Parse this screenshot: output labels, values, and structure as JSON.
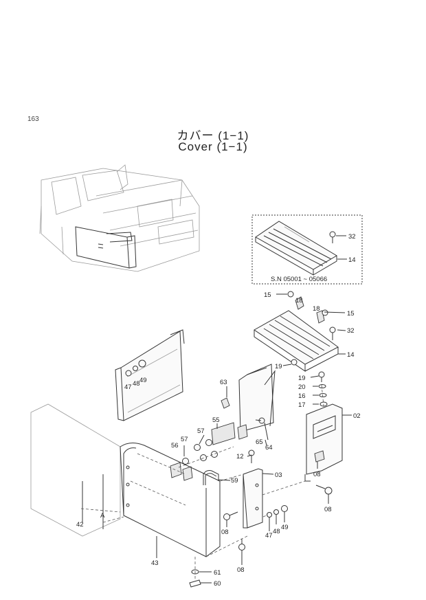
{
  "page_number": "163",
  "title_jp": "カバー (1−1)",
  "title_en": "Cover (1−1)",
  "inset_serial": "S.N 05001 ~ 05066",
  "callouts": [
    "32",
    "14",
    "15",
    "18",
    "18",
    "15",
    "32",
    "14",
    "19",
    "19",
    "20",
    "16",
    "17",
    "02",
    "63",
    "49",
    "48",
    "47",
    "55",
    "57",
    "56",
    "57",
    "65",
    "64",
    "12",
    "59",
    "03",
    "08",
    "08",
    "08",
    "47",
    "48",
    "49",
    "08",
    "42",
    "A",
    "43",
    "61",
    "60"
  ]
}
